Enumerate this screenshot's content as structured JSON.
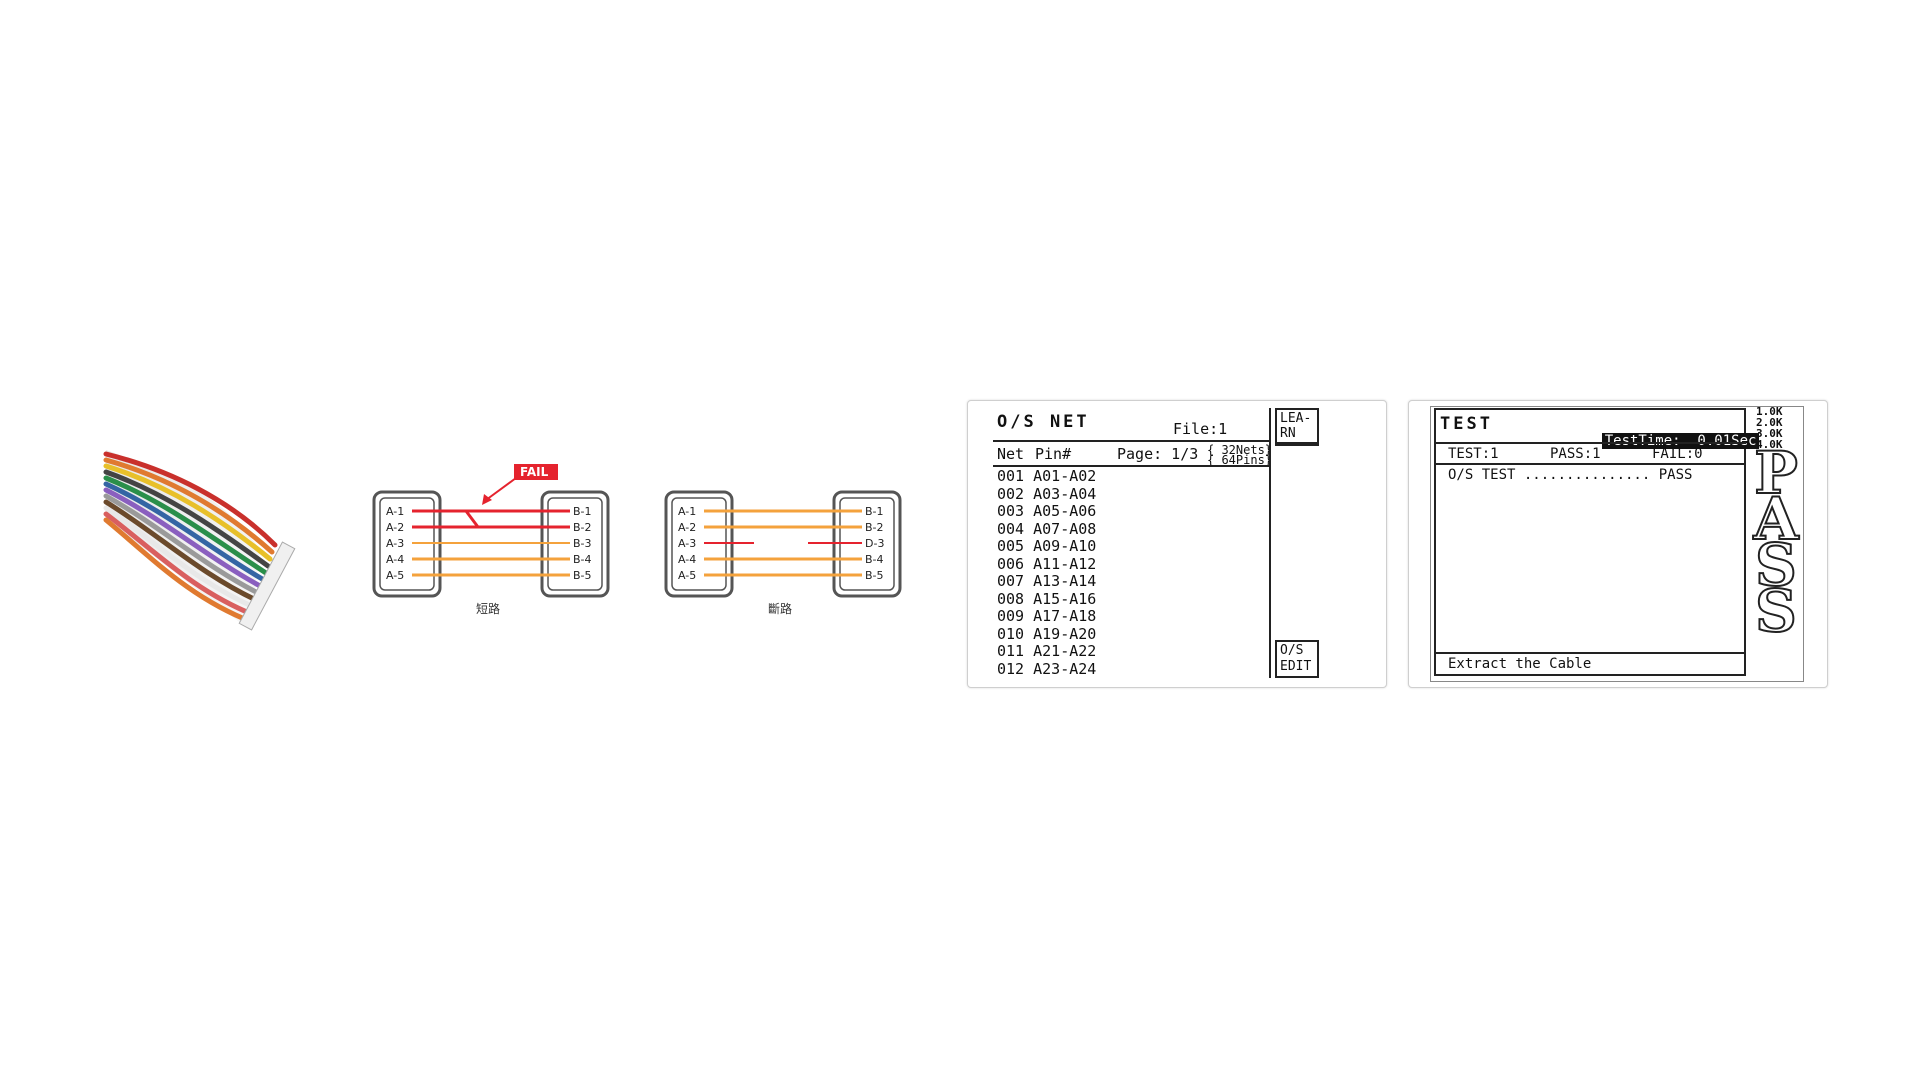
{
  "diagrams": {
    "short": {
      "caption": "短路",
      "fail_label": "FAIL",
      "left_pins": [
        "A-1",
        "A-2",
        "A-3",
        "A-4",
        "A-5"
      ],
      "right_pins": [
        "B-1",
        "B-2",
        "B-3",
        "B-4",
        "B-5"
      ]
    },
    "open": {
      "caption": "斷路",
      "left_pins": [
        "A-1",
        "A-2",
        "A-3",
        "A-4",
        "A-5"
      ],
      "right_pins": [
        "B-1",
        "B-2",
        "D-3",
        "B-4",
        "B-5"
      ]
    },
    "colors": {
      "wire_ok": "#f4a23c",
      "wire_fail": "#e5232e",
      "connector": "#555555"
    }
  },
  "os_net": {
    "title": "O/S NET",
    "file": "File:1",
    "col_net": "Net",
    "col_pin": "Pin#",
    "page": "Page: 1/3",
    "nets_info": "{ 32Nets}",
    "pins_info": "{ 64Pins}",
    "learn_button": "LEA-\nRN",
    "os_edit_button": "O/S\nEDIT",
    "rows": [
      "001 A01-A02",
      "002 A03-A04",
      "003 A05-A06",
      "004 A07-A08",
      "005 A09-A10",
      "006 A11-A12",
      "007 A13-A14",
      "008 A15-A16",
      "009 A17-A18",
      "010 A19-A20",
      "011 A21-A22",
      "012 A23-A24"
    ]
  },
  "test_screen": {
    "title": "TEST",
    "test_time": "TestTime:  0.01Sec",
    "scale": [
      "1.0K",
      "2.0K",
      "3.0K",
      "4.0K"
    ],
    "test_count": "TEST:1",
    "pass_count": "PASS:1",
    "fail_count": "FAIL:0",
    "os_test_line": "O/S TEST ............... PASS",
    "message": "Extract the Cable",
    "pass_letters": [
      "P",
      "A",
      "S",
      "S"
    ]
  }
}
